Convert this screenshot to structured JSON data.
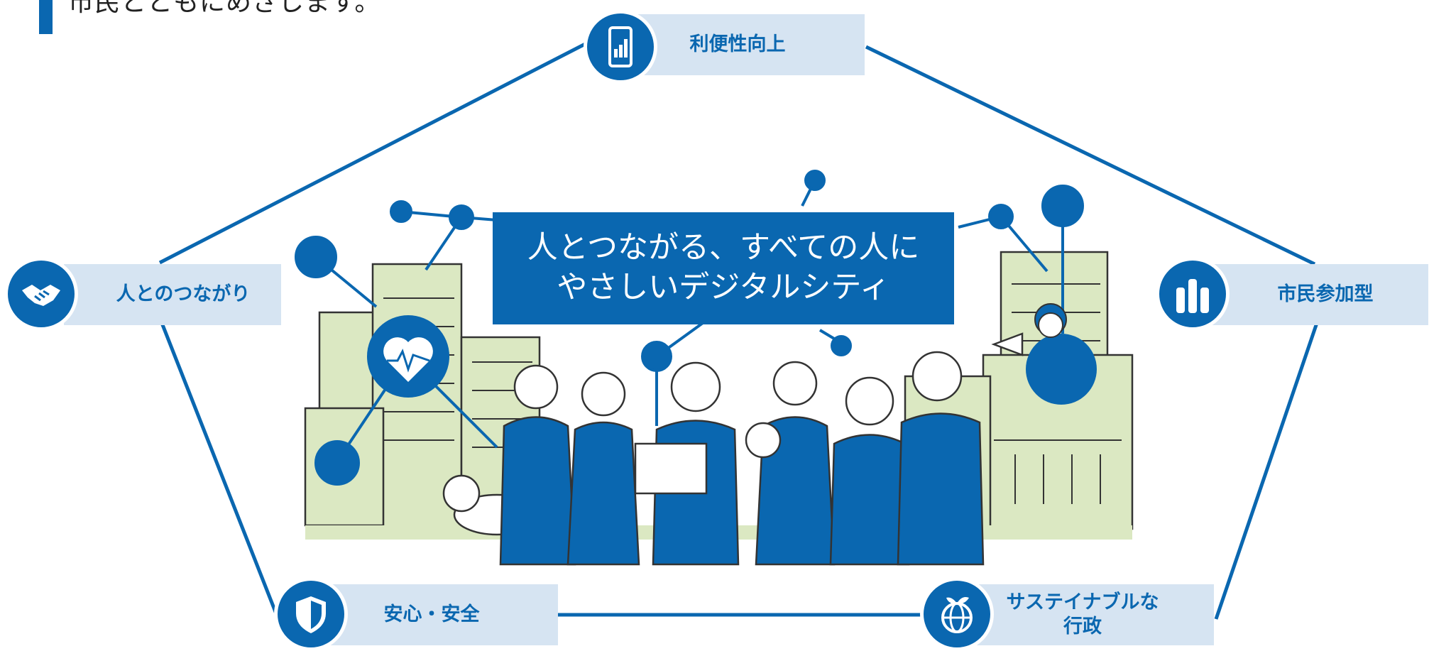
{
  "header": {
    "text": "市民とともにめざします。"
  },
  "center": {
    "title_line1": "人とつながる、すべての人に",
    "title_line2": "やさしいデジタルシティ"
  },
  "pillars": [
    {
      "label": "利便性向上",
      "icon": "smartphone-chart-icon"
    },
    {
      "label": "人とのつながり",
      "icon": "handshake-icon"
    },
    {
      "label": "市民参加型",
      "icon": "raised-hands-icon"
    },
    {
      "label": "安心・安全",
      "icon": "shield-icon"
    },
    {
      "label_line1": "サステイナブルな",
      "label_line2": "行政",
      "icon": "globe-sprout-icon"
    }
  ],
  "colors": {
    "primary": "#0a67b0",
    "label_bg": "#d6e4f2",
    "building_green": "#dbe8c2"
  }
}
